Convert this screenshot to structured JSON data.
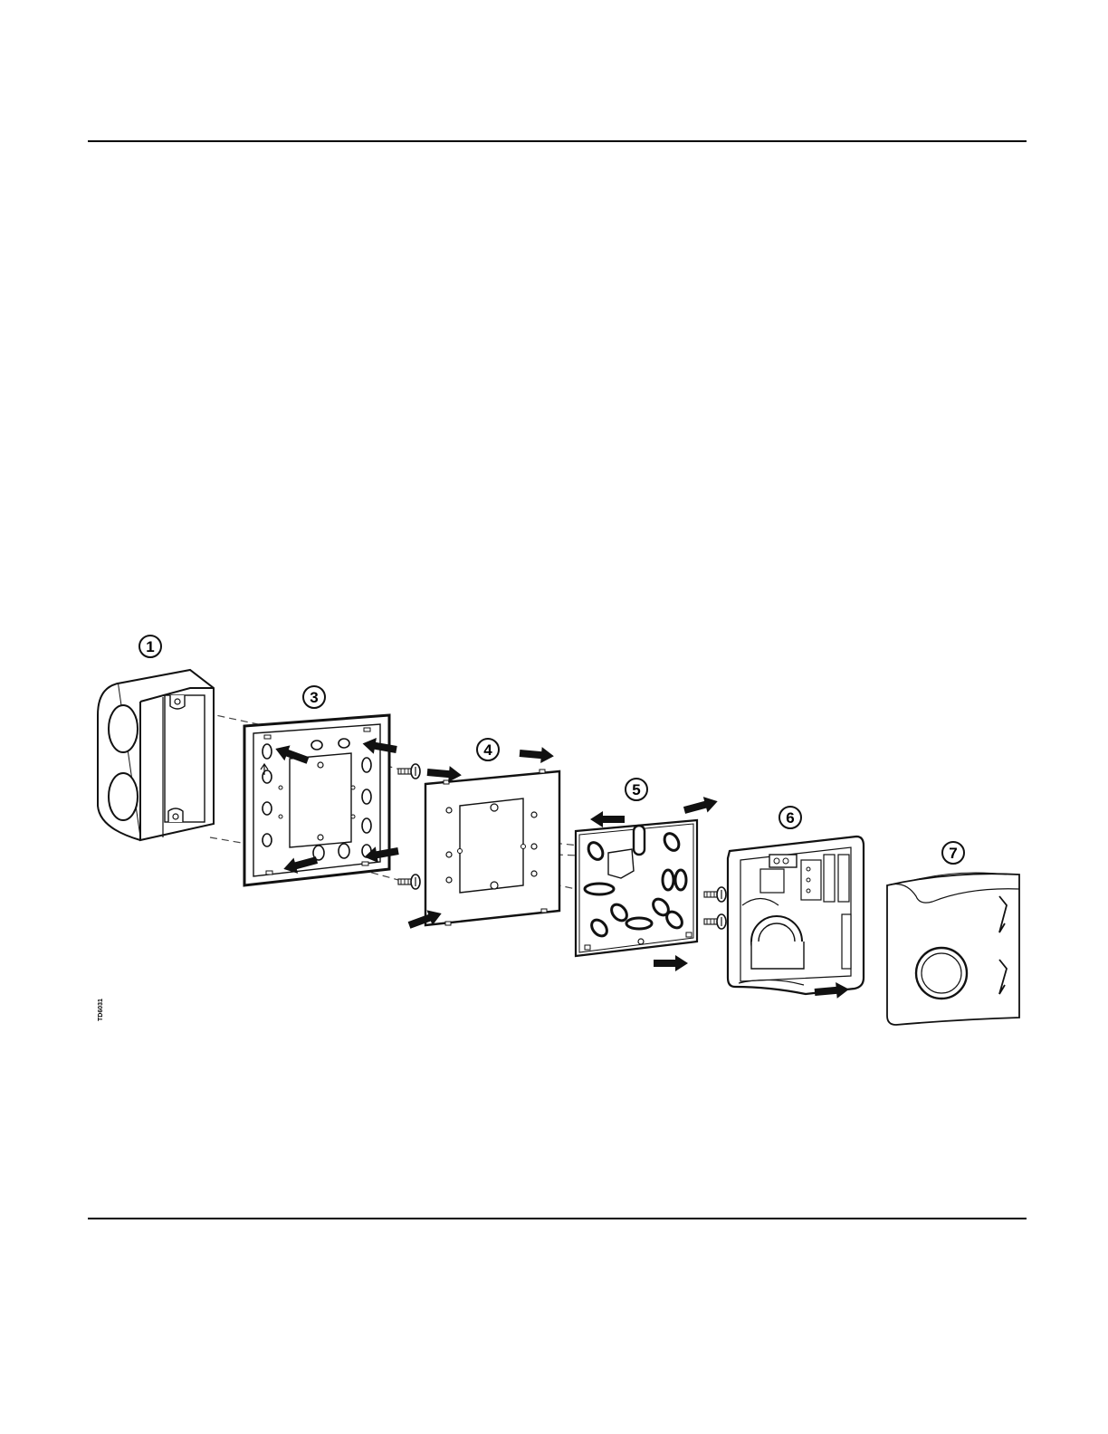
{
  "callouts": [
    {
      "id": "1",
      "label": "1"
    },
    {
      "id": "3",
      "label": "3"
    },
    {
      "id": "4",
      "label": "4"
    },
    {
      "id": "5",
      "label": "5"
    },
    {
      "id": "6",
      "label": "6"
    },
    {
      "id": "7",
      "label": "7"
    }
  ],
  "figure_code": "TD6031"
}
